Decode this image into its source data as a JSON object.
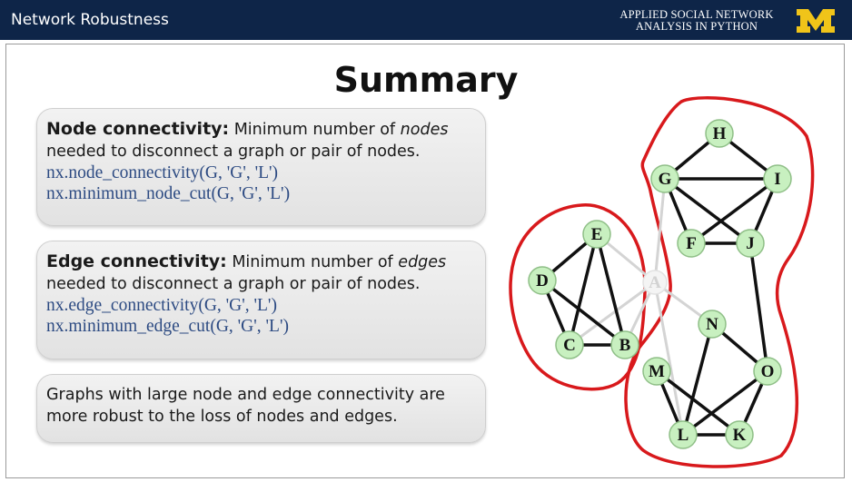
{
  "header": {
    "title": "Network Robustness",
    "course_line1": "APPLIED SOCIAL NETWORK",
    "course_line2": "ANALYSIS IN PYTHON",
    "logo_letter": "M"
  },
  "slide": {
    "title": "Summary",
    "node_box": {
      "term": "Node connectivity:",
      "text_a": " Minimum number of ",
      "emph": "nodes",
      "text_b": "needed to disconnect a graph or pair of nodes.",
      "code1": "nx.node_connectivity(G, 'G', 'L')",
      "code2": "nx.minimum_node_cut(G, 'G', 'L')"
    },
    "edge_box": {
      "term": "Edge connectivity:",
      "text_a": " Minimum number of ",
      "emph": "edges",
      "text_b": "needed to disconnect a graph or pair of nodes.",
      "code1": "nx.edge_connectivity(G, 'G', 'L')",
      "code2": "nx.minimum_edge_cut(G, 'G', 'L')"
    },
    "summary_box": {
      "line1": "Graphs with large node and edge connectivity are",
      "line2": "more robust to the loss of nodes and edges."
    }
  },
  "graph": {
    "nodes": [
      "H",
      "G",
      "I",
      "F",
      "J",
      "E",
      "D",
      "A",
      "C",
      "B",
      "N",
      "M",
      "O",
      "L",
      "K"
    ],
    "faded_nodes": [
      "A"
    ],
    "colors": {
      "node_fill": "#c8f0c0",
      "node_stroke": "#8fbf87",
      "edge": "#111111",
      "faded_edge": "#d4d4d4",
      "outline": "#d8191c",
      "header_bg": "#0e2548",
      "logo": "#f0c419",
      "code": "#2c4a82"
    }
  }
}
